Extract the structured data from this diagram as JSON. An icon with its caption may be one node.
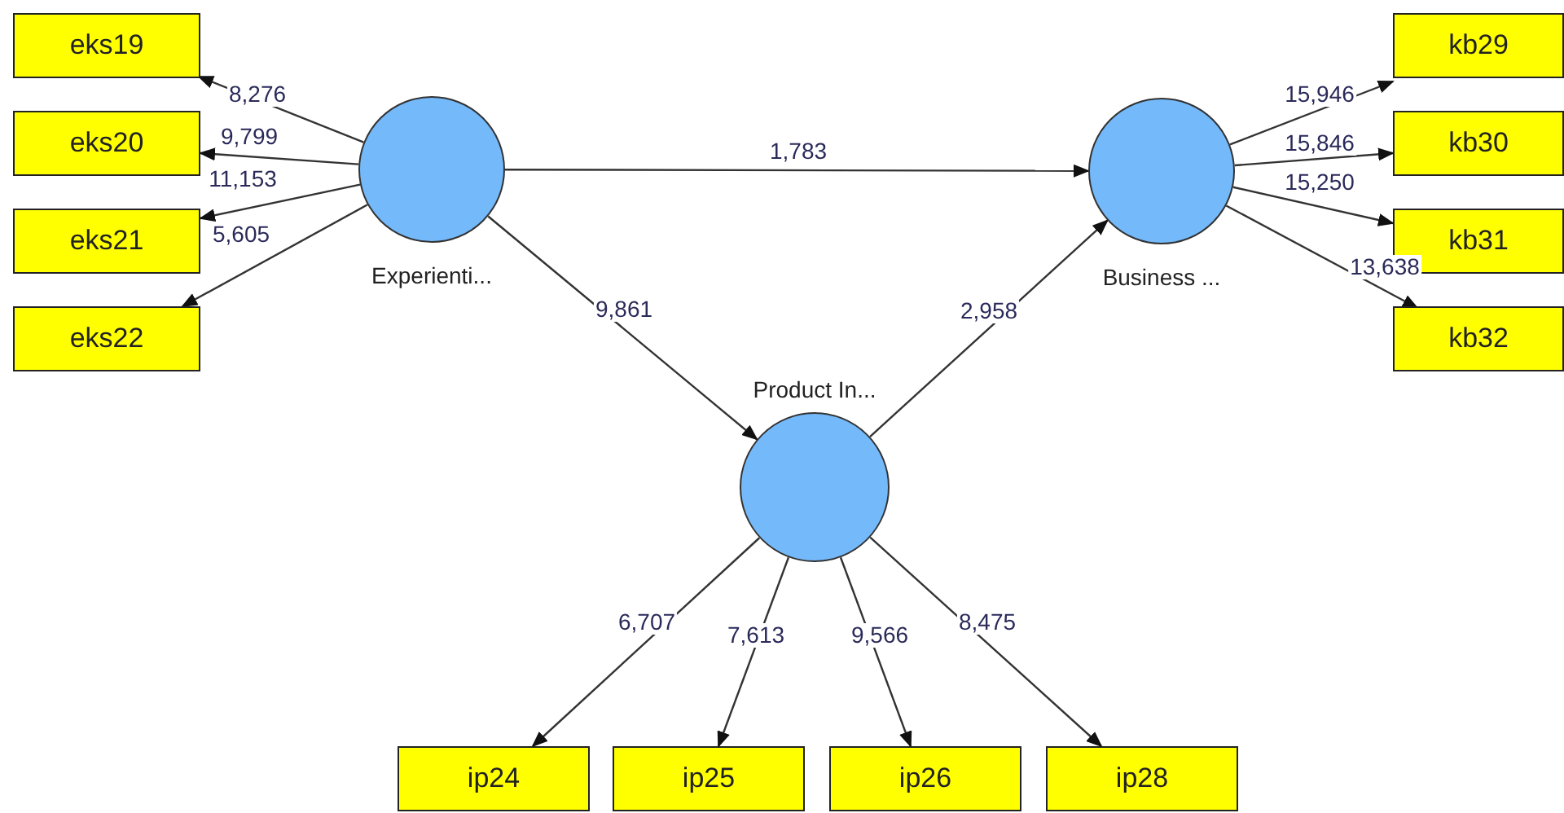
{
  "diagram": {
    "nodes": [
      {
        "text": [
          "eks19"
        ]
      },
      {
        "text": [
          "eks20"
        ]
      },
      {
        "text": [
          "eks21"
        ]
      },
      {
        "text": [
          "eks22"
        ]
      },
      {
        "text": [
          "Experienti..."
        ]
      },
      {
        "text": [
          "Business ..."
        ]
      },
      {
        "text": [
          "Product In..."
        ]
      },
      {
        "text": [
          "kb29"
        ]
      },
      {
        "text": [
          "kb30"
        ]
      },
      {
        "text": [
          "kb31"
        ]
      },
      {
        "text": [
          "kb32"
        ]
      },
      {
        "text": [
          "ip24"
        ]
      },
      {
        "text": [
          "ip25"
        ]
      },
      {
        "text": [
          "ip26"
        ]
      },
      {
        "text": [
          "ip28"
        ]
      }
    ],
    "edges": [
      {
        "from": 4,
        "to": 0,
        "arrow": "to",
        "label": "8,276"
      },
      {
        "from": 4,
        "to": 1,
        "arrow": "to",
        "label": "9,799"
      },
      {
        "from": 4,
        "to": 2,
        "arrow": "to",
        "label": "11,153"
      },
      {
        "from": 4,
        "to": 3,
        "arrow": "to",
        "label": "5,605"
      },
      {
        "from": 4,
        "to": 5,
        "arrow": "to",
        "label": "1,783"
      },
      {
        "from": 4,
        "to": 6,
        "arrow": "to",
        "label": "9,861"
      },
      {
        "from": 6,
        "to": 5,
        "arrow": "to",
        "label": "2,958"
      },
      {
        "from": 5,
        "to": 7,
        "arrow": "to",
        "label": "15,946"
      },
      {
        "from": 5,
        "to": 8,
        "arrow": "to",
        "label": "15,846"
      },
      {
        "from": 5,
        "to": 9,
        "arrow": "to",
        "label": "15,250"
      },
      {
        "from": 5,
        "to": 10,
        "arrow": "to",
        "label": "13,638"
      },
      {
        "from": 6,
        "to": 11,
        "arrow": "to",
        "label": "6,707"
      },
      {
        "from": 6,
        "to": 12,
        "arrow": "to",
        "label": "7,613"
      },
      {
        "from": 6,
        "to": 13,
        "arrow": "to",
        "label": "9,566"
      },
      {
        "from": 6,
        "to": 14,
        "arrow": "to",
        "label": "8,475"
      }
    ]
  }
}
